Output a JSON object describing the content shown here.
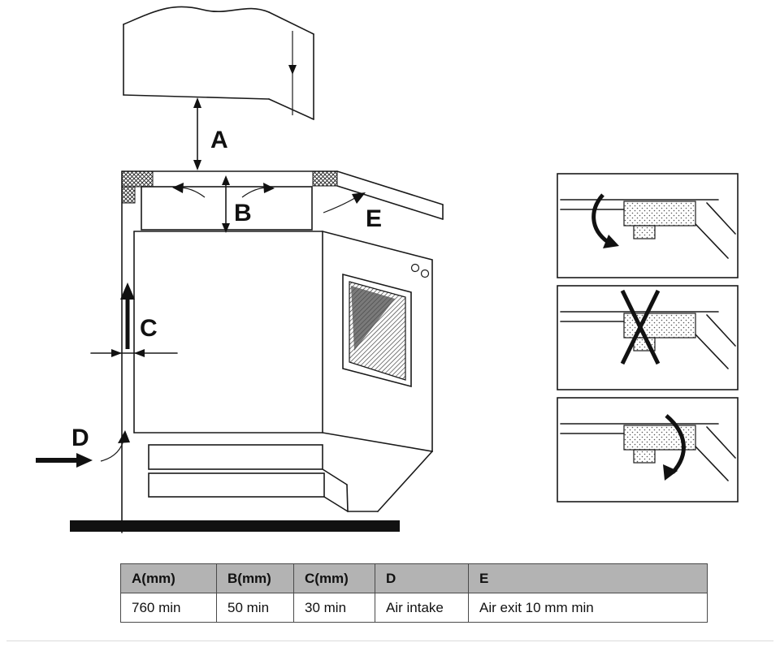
{
  "diagram": {
    "title": "hob-installation-clearances-diagram",
    "labels": {
      "a": "A",
      "b": "B",
      "c": "C",
      "d": "D",
      "e": "E"
    },
    "line_color": "#1a1a1a",
    "floor_color": "#111111"
  },
  "table": {
    "header_bg": "#b3b3b3",
    "headers": [
      "A(mm)",
      "B(mm)",
      "C(mm)",
      "D",
      "E"
    ],
    "values": [
      "760 min",
      "50 min",
      "30 min",
      "Air intake",
      "Air exit 10 mm min"
    ]
  }
}
